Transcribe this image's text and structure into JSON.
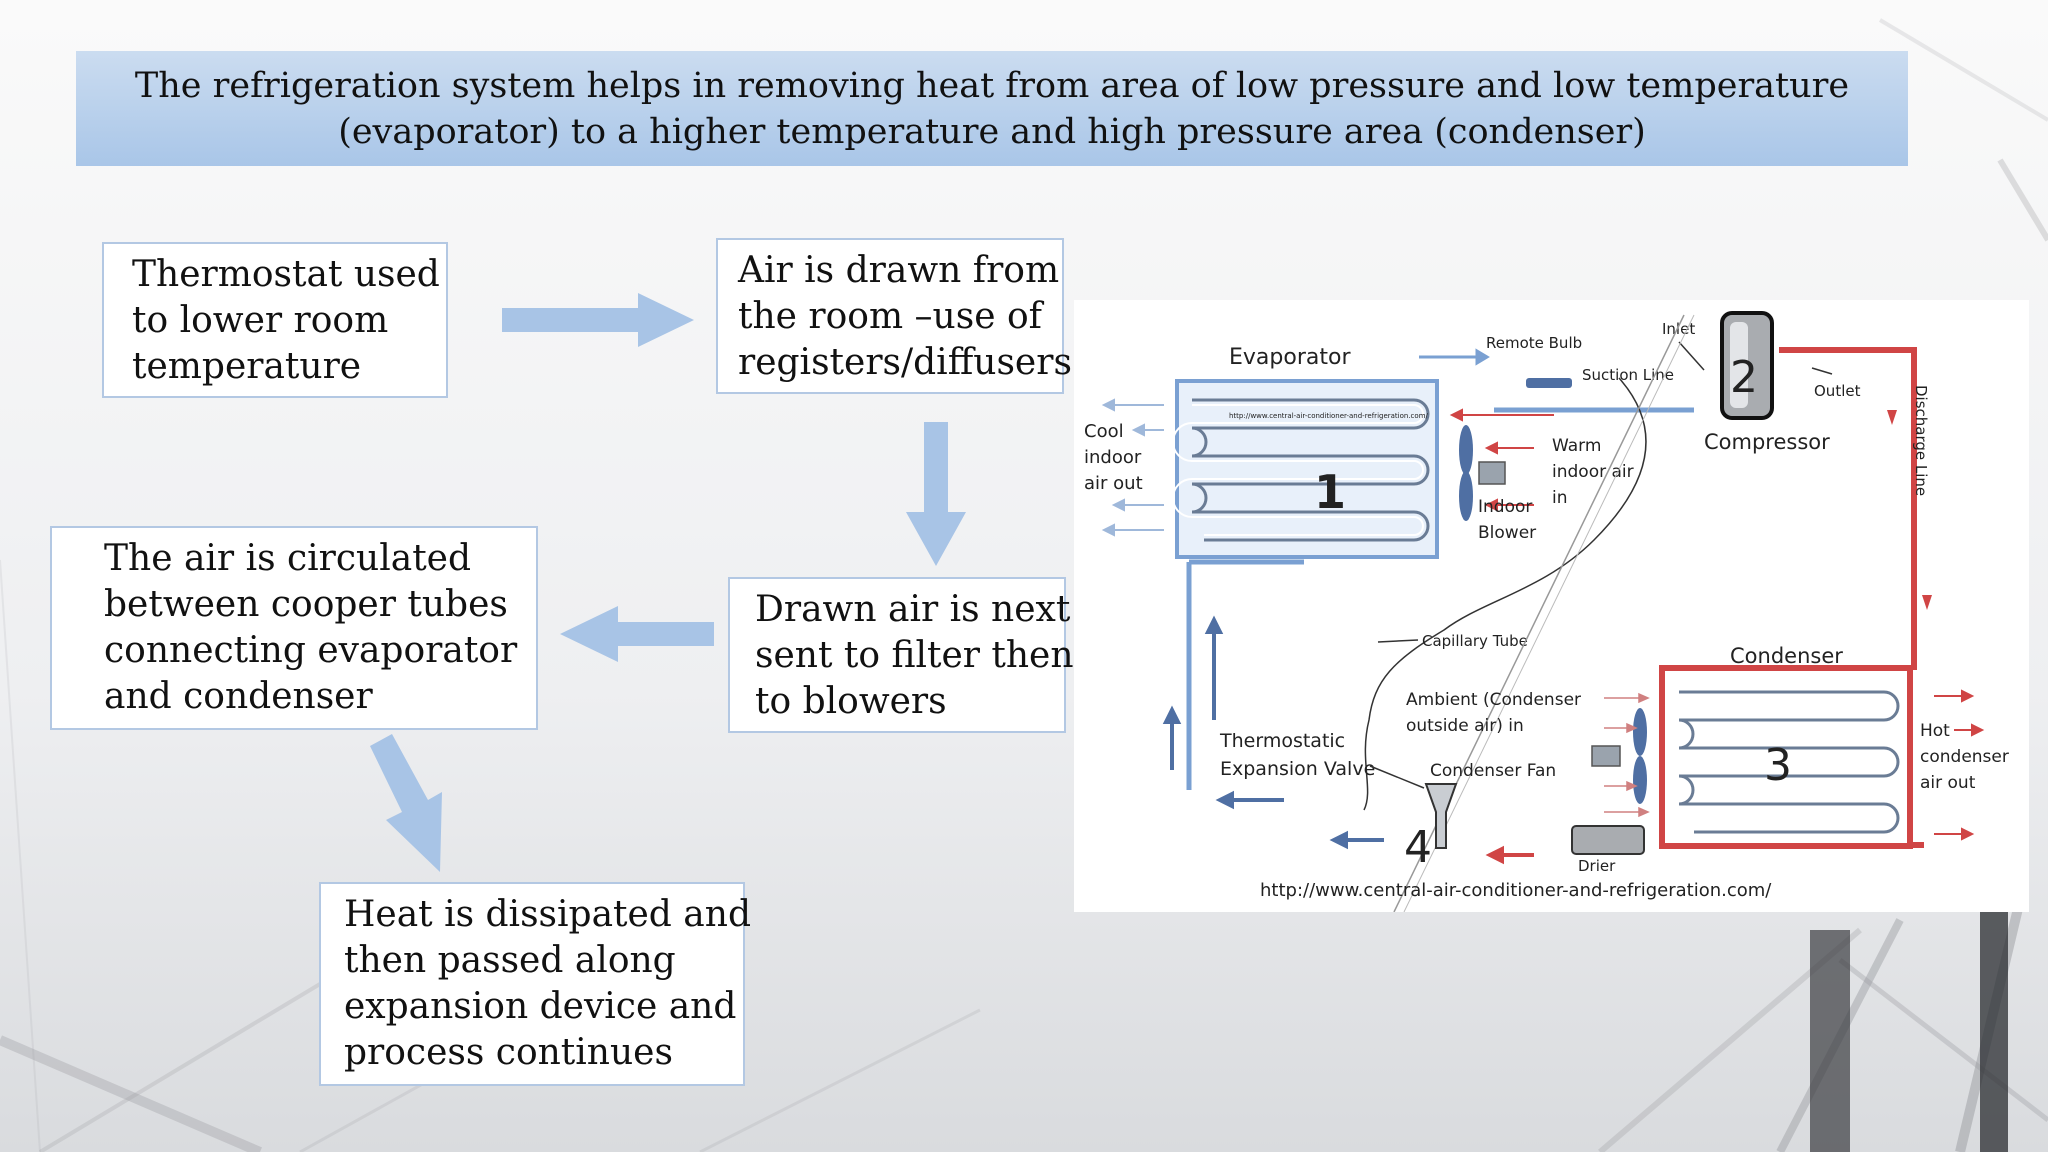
{
  "banner": {
    "line1": "The refrigeration system helps in removing heat from area of low pressure and low temperature",
    "line2": "(evaporator) to a higher temperature and high pressure area (condenser)"
  },
  "steps": [
    {
      "lines": [
        "Thermostat used",
        "to lower room",
        "temperature"
      ]
    },
    {
      "lines": [
        "Air is drawn from",
        "the room –use of",
        "registers/diffusers"
      ]
    },
    {
      "lines": [
        "Drawn air is next",
        "sent to filter then",
        "to blowers"
      ]
    },
    {
      "lines": [
        "The air is circulated",
        "between cooper tubes",
        "connecting evaporator",
        "and condenser"
      ]
    },
    {
      "lines": [
        "Heat is dissipated and",
        "then passed along",
        "expansion device and",
        "process continues"
      ]
    }
  ],
  "diagram": {
    "evaporator": "Evaporator",
    "evap_watermark": "http://www.central-air-conditioner-and-refrigeration.com/",
    "remote_bulb": "Remote Bulb",
    "suction_line": "Suction Line",
    "inlet": "Inlet",
    "outlet": "Outlet",
    "compressor": "Compressor",
    "discharge_line": "Discharge Line",
    "cool_air": [
      "Cool",
      "indoor",
      "air out"
    ],
    "warm_air": [
      "Warm",
      "indoor air",
      "in"
    ],
    "indoor_blower": [
      "Indoor",
      "Blower"
    ],
    "capillary_tube": "Capillary Tube",
    "condenser": "Condenser",
    "ambient_air": [
      "Ambient (Condenser",
      "outside air) in"
    ],
    "condenser_fan": "Condenser  Fan",
    "txv": [
      "Thermostatic",
      "Expansion Valve"
    ],
    "hot_air": [
      "Hot",
      "condenser",
      "air out"
    ],
    "drier": "Drier",
    "num1": "1",
    "num2": "2",
    "num3": "3",
    "num4": "4",
    "source_url": "http://www.central-air-conditioner-and-refrigeration.com/"
  },
  "colors": {
    "banner": "#a9c6e8",
    "box_border": "#b3c8e3",
    "arrow": "#a8c4e6",
    "refrigerant_cold": "#7aa0d2",
    "refrigerant_hot": "#d04545"
  }
}
